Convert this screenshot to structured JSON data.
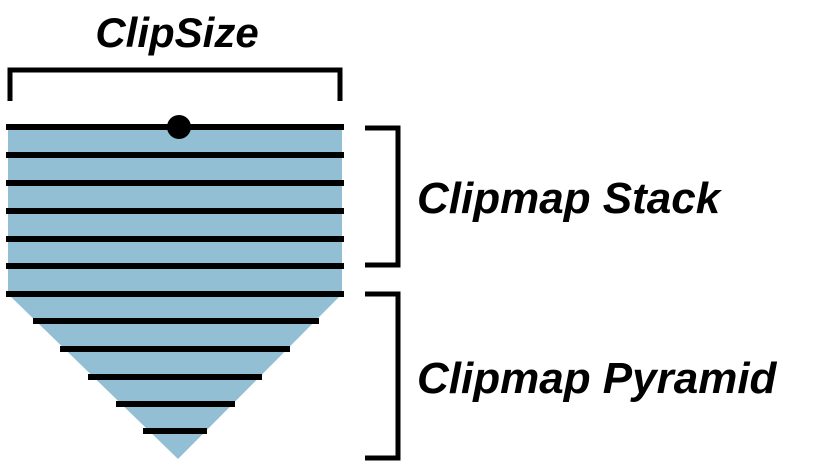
{
  "labels": {
    "clip_size": "ClipSize",
    "stack": "Clipmap Stack",
    "pyramid": "Clipmap Pyramid"
  },
  "colors": {
    "fill": "#93bfd4",
    "line": "#000000"
  },
  "diagram": {
    "stack_levels": 6,
    "pyramid_levels": 6
  }
}
